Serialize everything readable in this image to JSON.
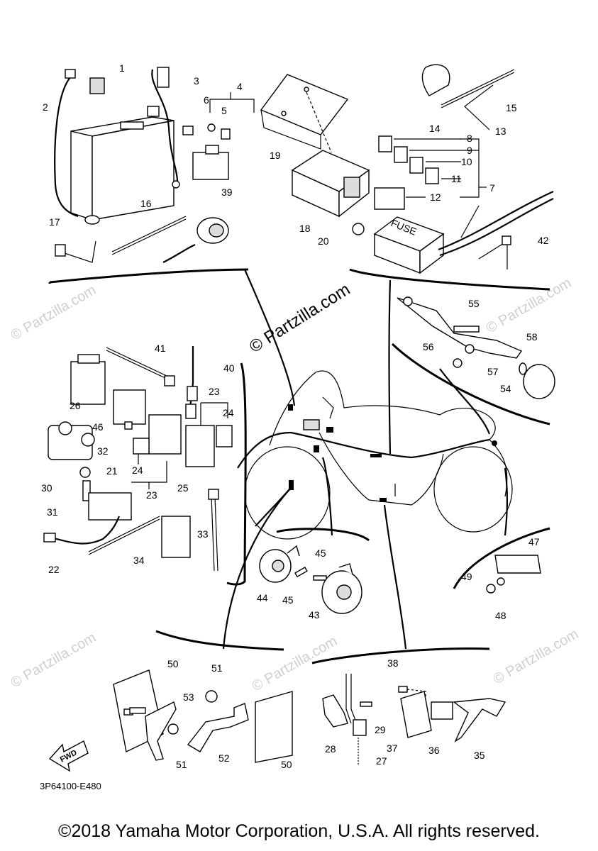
{
  "diagram": {
    "watermark_main": "© Partzilla.com",
    "watermark_repeat": "© Partzilla.com",
    "drawing_code": "3P64100-E480",
    "fwd_label": "FWD",
    "fuse_label": "FUSE",
    "copyright": "©2018 Yamaha Motor Corporation, U.S.A. All rights reserved.",
    "callouts": [
      "1",
      "2",
      "3",
      "4",
      "5",
      "6",
      "7",
      "8",
      "9",
      "10",
      "11",
      "12",
      "13",
      "14",
      "15",
      "16",
      "17",
      "18",
      "19",
      "20",
      "21",
      "22",
      "23",
      "23",
      "24",
      "24",
      "25",
      "26",
      "27",
      "28",
      "29",
      "30",
      "31",
      "32",
      "33",
      "34",
      "35",
      "36",
      "37",
      "38",
      "39",
      "40",
      "41",
      "42",
      "43",
      "44",
      "45",
      "45",
      "46",
      "47",
      "48",
      "49",
      "50",
      "50",
      "51",
      "51",
      "52",
      "53",
      "54",
      "55",
      "56",
      "57",
      "58"
    ]
  }
}
